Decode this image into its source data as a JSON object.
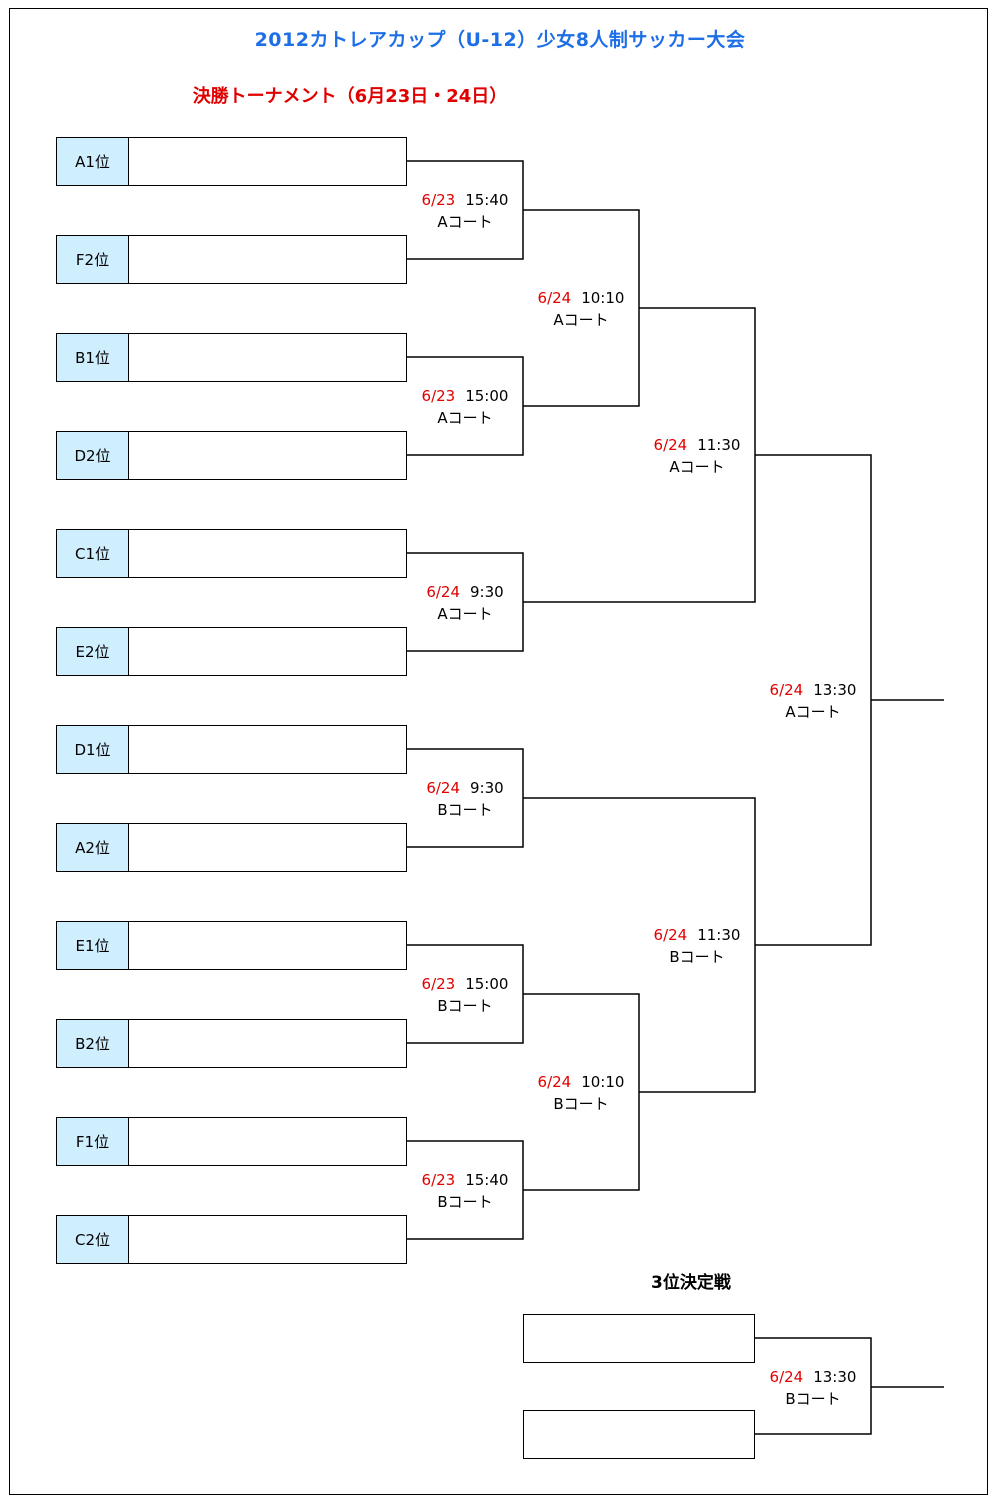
{
  "title": "2012カトレアカップ（U-12）少女8人制サッカー大会",
  "subtitle": "決勝トーナメント（6月23日・24日）",
  "seeds": [
    "A1位",
    "F2位",
    "B1位",
    "D2位",
    "C1位",
    "E2位",
    "D1位",
    "A2位",
    "E1位",
    "B2位",
    "F1位",
    "C2位"
  ],
  "matches": {
    "r1_1": {
      "date": "6/23",
      "time": "15:40",
      "court": "Aコート"
    },
    "r1_2": {
      "date": "6/23",
      "time": "15:00",
      "court": "Aコート"
    },
    "r1_3": {
      "date": "6/24",
      "time": "9:30",
      "court": "Aコート"
    },
    "r1_4": {
      "date": "6/24",
      "time": "9:30",
      "court": "Bコート"
    },
    "r1_5": {
      "date": "6/23",
      "time": "15:00",
      "court": "Bコート"
    },
    "r1_6": {
      "date": "6/23",
      "time": "15:40",
      "court": "Bコート"
    },
    "r2_1": {
      "date": "6/24",
      "time": "10:10",
      "court": "Aコート"
    },
    "r2_2": {
      "date": "6/24",
      "time": "10:10",
      "court": "Bコート"
    },
    "sf_1": {
      "date": "6/24",
      "time": "11:30",
      "court": "Aコート"
    },
    "sf_2": {
      "date": "6/24",
      "time": "11:30",
      "court": "Bコート"
    },
    "final": {
      "date": "6/24",
      "time": "13:30",
      "court": "Aコート"
    },
    "third": {
      "date": "6/24",
      "time": "13:30",
      "court": "Bコート"
    }
  },
  "third_place_title": "3位決定戦"
}
